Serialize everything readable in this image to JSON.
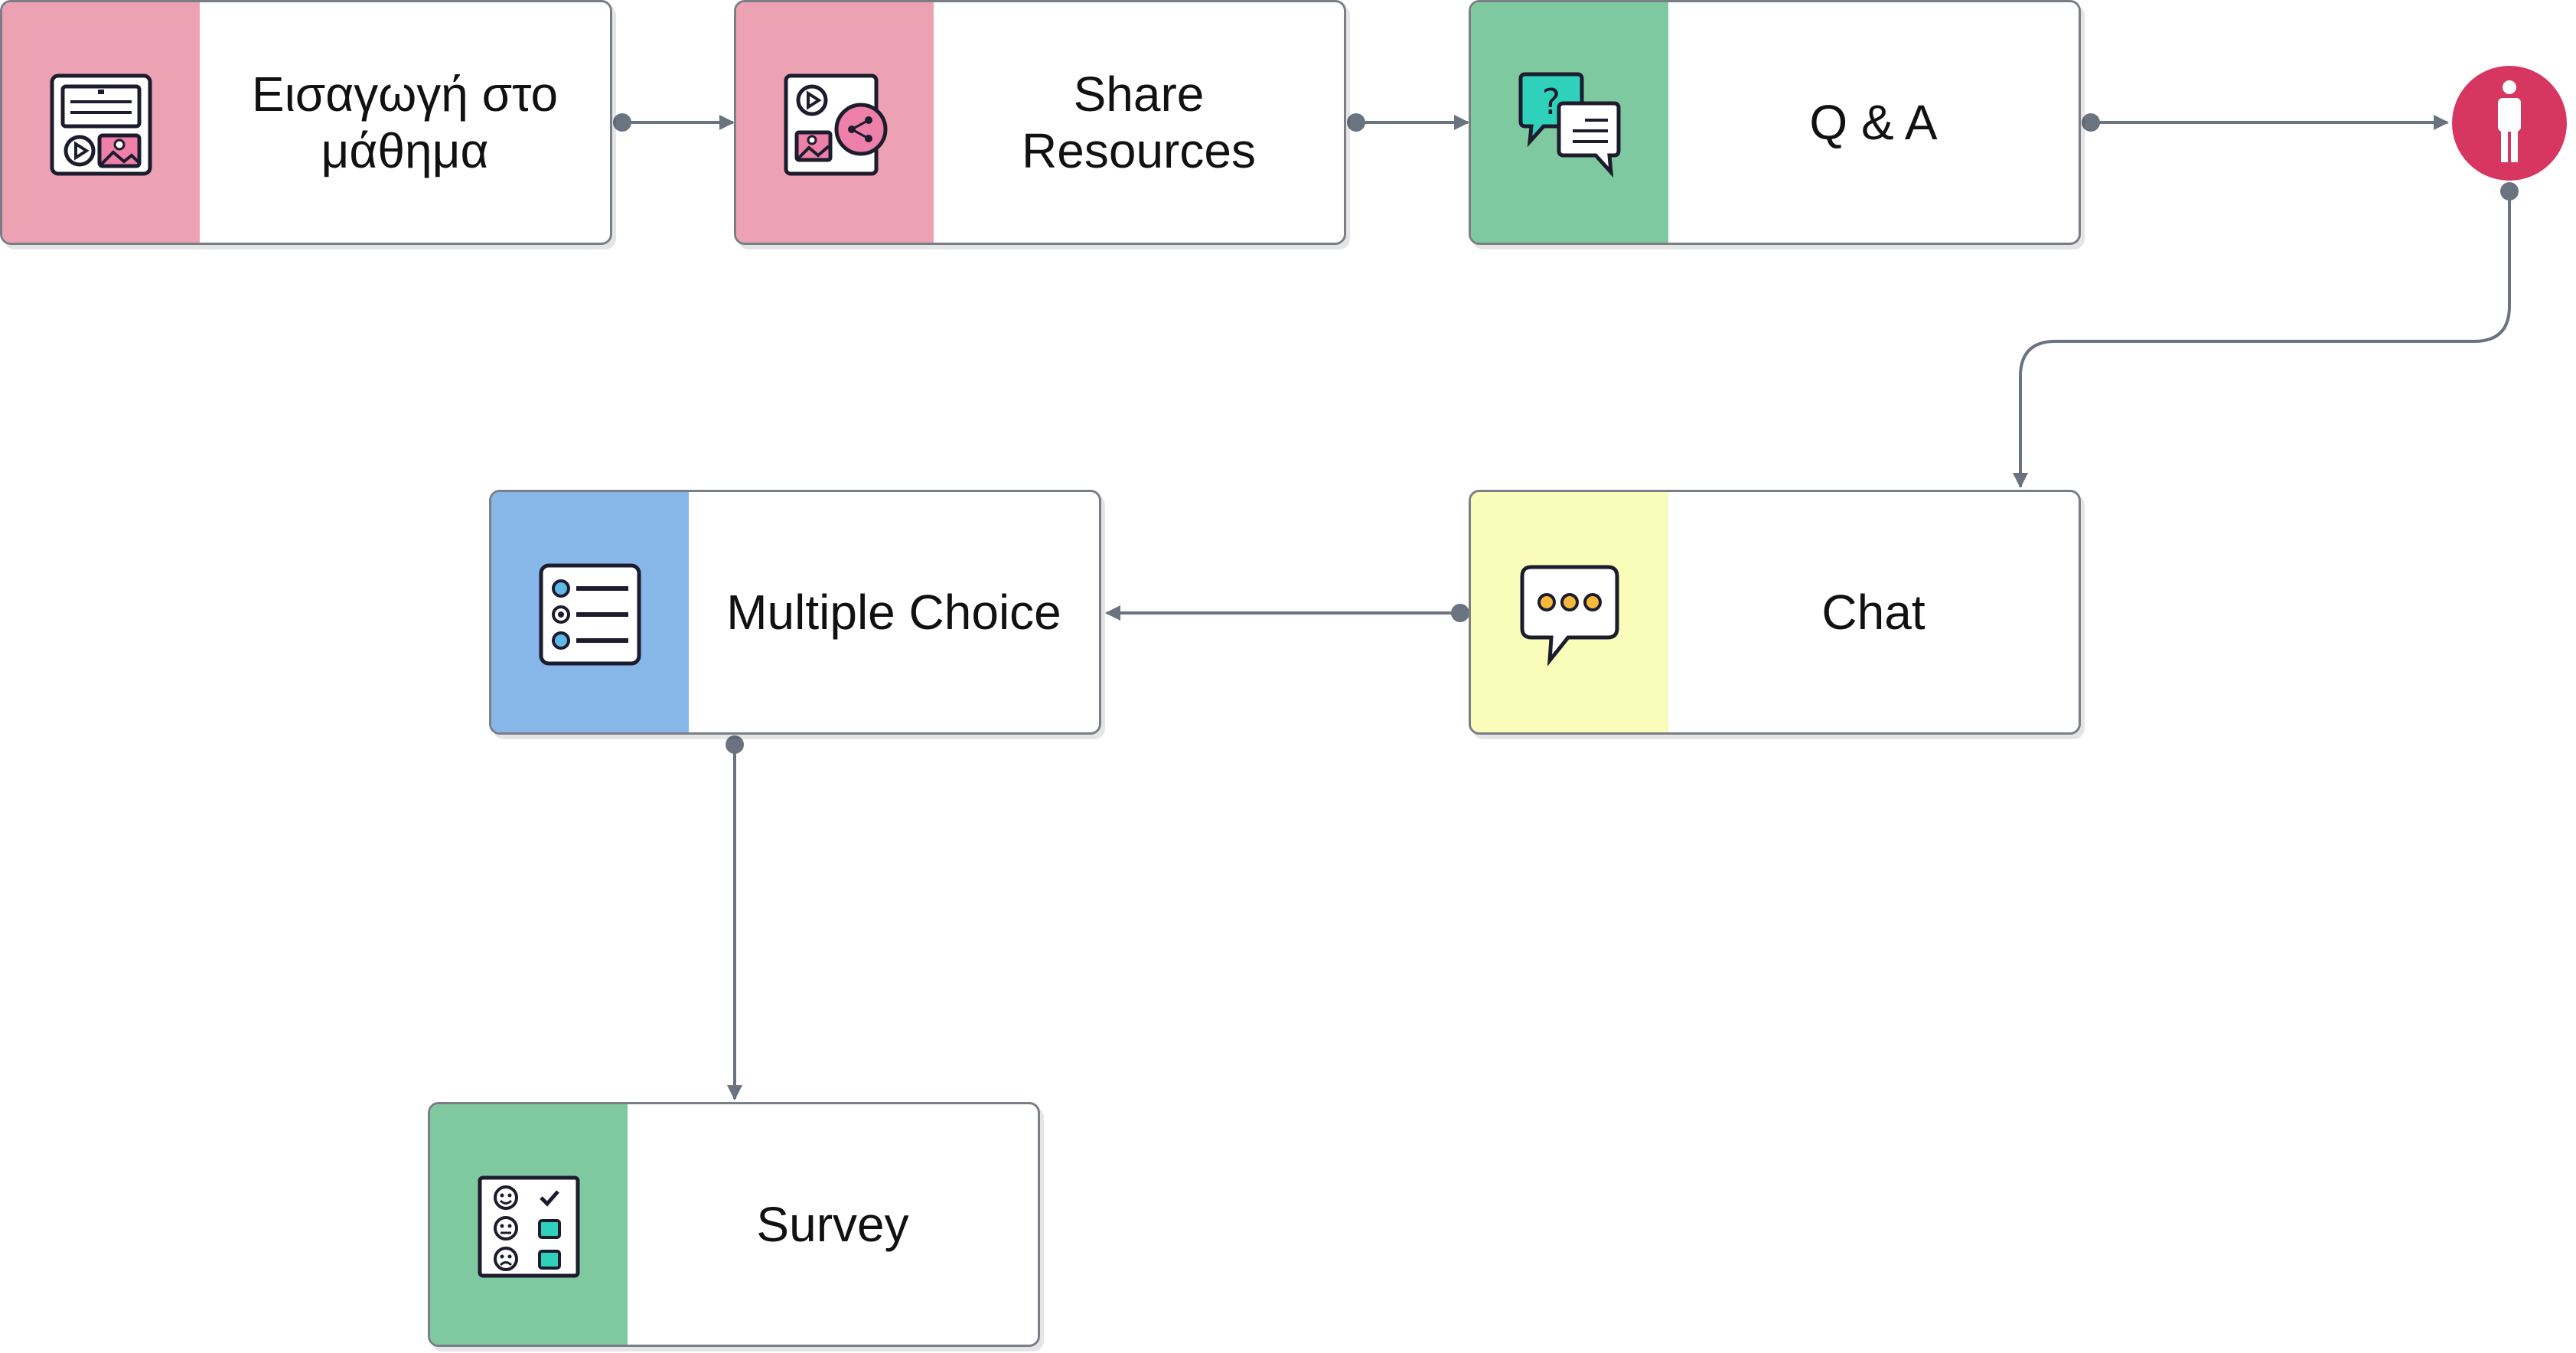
{
  "colors": {
    "pink": "#eda2b3",
    "green": "#7fc9a1",
    "yellow": "#fafcb9",
    "blue": "#86b7e8",
    "person": "#d6365f",
    "connector": "#6b7380",
    "icon_accent_pink": "#ed7fa8",
    "icon_accent_teal": "#2fd1bb",
    "icon_accent_blue": "#5cb9e8",
    "icon_accent_orange": "#f6b93b"
  },
  "nodes": [
    {
      "id": "intro",
      "label": "Εισαγωγή στο μάθημα",
      "color": "pink",
      "icon": "media-page-icon"
    },
    {
      "id": "share",
      "label": "Share Resources",
      "color": "pink",
      "icon": "share-resources-icon"
    },
    {
      "id": "qa",
      "label": "Q & A",
      "color": "green",
      "icon": "question-chat-icon"
    },
    {
      "id": "chat",
      "label": "Chat",
      "color": "yellow",
      "icon": "chat-bubble-icon"
    },
    {
      "id": "mc",
      "label": "Multiple Choice",
      "color": "blue",
      "icon": "checklist-icon"
    },
    {
      "id": "survey",
      "label": "Survey",
      "color": "green",
      "icon": "survey-faces-icon"
    }
  ],
  "participant": {
    "icon": "person-icon",
    "color": "person"
  },
  "edges": [
    {
      "from": "intro",
      "to": "share"
    },
    {
      "from": "share",
      "to": "qa"
    },
    {
      "from": "qa",
      "to": "participant"
    },
    {
      "from": "participant",
      "to": "chat"
    },
    {
      "from": "chat",
      "to": "mc"
    },
    {
      "from": "mc",
      "to": "survey"
    }
  ]
}
